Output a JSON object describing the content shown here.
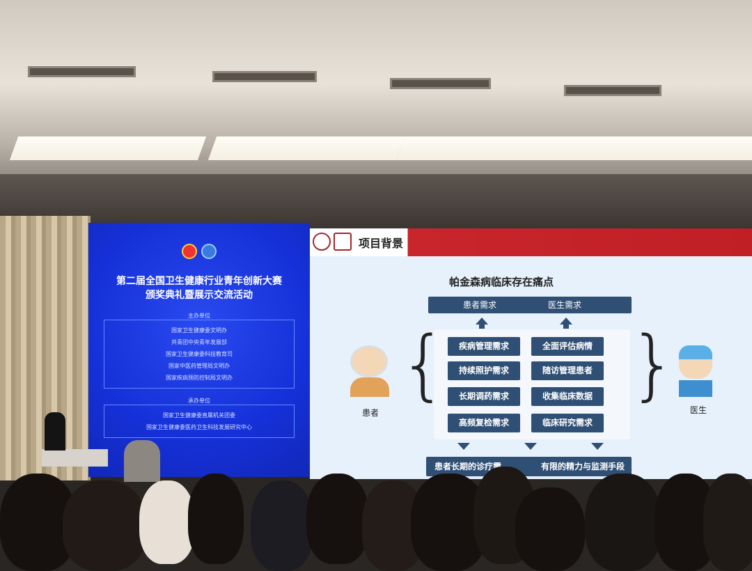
{
  "left_slide": {
    "title_line1": "第二届全国卫生健康行业青年创新大赛",
    "title_line2": "颁奖典礼暨展示交流活动",
    "host_label": "主办单位",
    "hosts": [
      "国家卫生健康委文明办",
      "共青团中央青年发展部",
      "国家卫生健康委科技教育司",
      "国家中医药管理局文明办",
      "国家疾病预防控制局文明办"
    ],
    "organizer_label": "承办单位",
    "organizers": [
      "国家卫生健康委直属机关团委",
      "国家卫生健康委医药卫生科技发展研究中心"
    ]
  },
  "right_slide": {
    "header": "项目背景",
    "title": "帕金森病临床存在痛点",
    "patient_needs_label": "患者需求",
    "doctor_needs_label": "医生需求",
    "patient_items": [
      "疾病管理需求",
      "持续照护需求",
      "长期调药需求",
      "高频复检需求"
    ],
    "doctor_items": [
      "全面评估病情",
      "随访管理患者",
      "收集临床数据",
      "临床研究需求"
    ],
    "patient_label": "患者",
    "doctor_label": "医生",
    "bottom_left": "患者长期的诊疗需",
    "bottom_right": "有限的精力与监测手段",
    "accent": "#c8262c",
    "navy": "#2f4f74"
  }
}
